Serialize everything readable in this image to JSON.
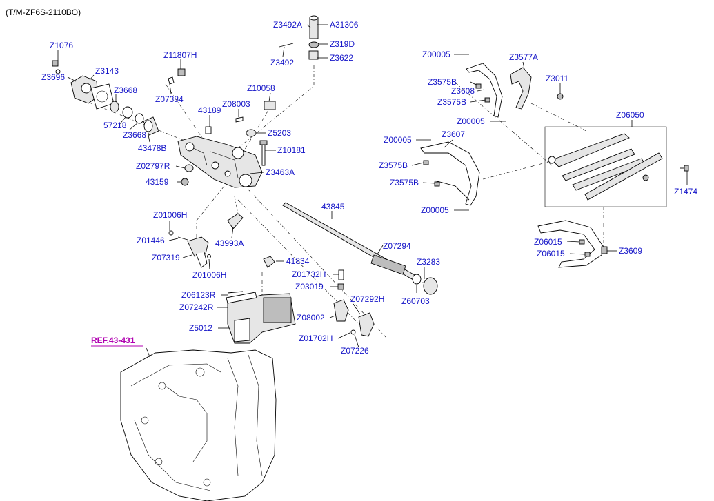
{
  "title": "(T/M-ZF6S-2110BO)",
  "reference": "REF.43-431",
  "labels": {
    "z1076": "Z1076",
    "z3696": "Z3696",
    "z3143": "Z3143",
    "z3668a": "Z3668",
    "n57218": "57218",
    "z3668b": "Z3668",
    "n43478b": "43478B",
    "z11807h": "Z11807H",
    "z07384": "Z07384",
    "z3492a": "Z3492A",
    "a31306": "A31306",
    "z319d": "Z319D",
    "z3492": "Z3492",
    "z3622": "Z3622",
    "z10058": "Z10058",
    "z08003": "Z08003",
    "n43189": "43189",
    "z5203": "Z5203",
    "z10181": "Z10181",
    "z02797r": "Z02797R",
    "z3463a": "Z3463A",
    "n43159": "43159",
    "z01006h_a": "Z01006H",
    "z01446": "Z01446",
    "z07319": "Z07319",
    "z01006h_b": "Z01006H",
    "n43993a": "43993A",
    "n43845": "43845",
    "z07294": "Z07294",
    "n41834": "41834",
    "z3283": "Z3283",
    "z60703": "Z60703",
    "z01732h": "Z01732H",
    "z03019": "Z03019",
    "z07292h": "Z07292H",
    "z08002": "Z08002",
    "z01702h": "Z01702H",
    "z07226": "Z07226",
    "z06123r": "Z06123R",
    "z07242r": "Z07242R",
    "z5012": "Z5012",
    "z00005a": "Z00005",
    "z3577a": "Z3577A",
    "z3575b_a": "Z3575B",
    "z3608": "Z3608",
    "z3011": "Z3011",
    "z3575b_b": "Z3575B",
    "z00005b": "Z00005",
    "z06050": "Z06050",
    "z00005c": "Z00005",
    "z3607": "Z3607",
    "z3575b_c": "Z3575B",
    "z3575b_d": "Z3575B",
    "z00005d": "Z00005",
    "z1474": "Z1474",
    "z06015a": "Z06015",
    "z3609": "Z3609",
    "z06015b": "Z06015"
  },
  "colors": {
    "part_label": "#1515c8",
    "reference": "#b000b0",
    "line": "#000000",
    "background": "#ffffff"
  }
}
